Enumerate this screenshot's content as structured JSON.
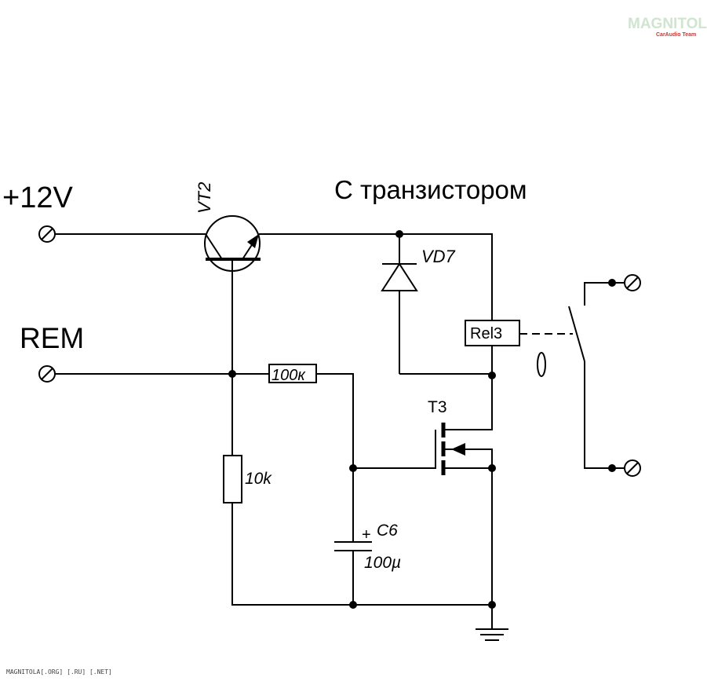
{
  "title": "С транзистором",
  "labels": {
    "v12": "+12V",
    "rem": "REM",
    "vt2": "VT2",
    "vd7": "VD7",
    "rel3": "Rel3",
    "t3": "T3",
    "r100k": "100к",
    "r10k": "10k",
    "c6": "C6",
    "c6_value": "100µ",
    "c6_polarity": "+"
  },
  "logo": {
    "main": "MAGNITOLA",
    "sub": "CarAudio Team"
  },
  "footer": "MAGNITOLA[.ORG] [.RU] [.NET]"
}
